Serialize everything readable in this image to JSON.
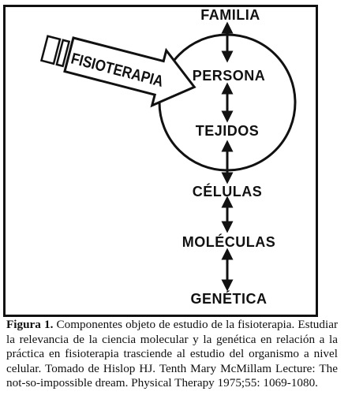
{
  "diagram": {
    "nodes": {
      "familia": "FAMILIA",
      "persona": "PERSONA",
      "tejidos": "TEJIDOS",
      "celulas": "CÉLULAS",
      "moleculas": "MOLÉCULAS",
      "genetica": "GENÉTICA"
    },
    "arrow_label": "FISIOTERAPIA"
  },
  "caption": {
    "label": "Figura 1.",
    "text": "Componentes objeto de estudio de la fisioterapia. Estudiar la relevancia de la ciencia molecular y la genética en relación a la práctica en fisioterapia trasciende al estudio del organismo a nivel celular. Tomado de Hislop HJ. Tenth Mary McMillam Lecture: The not-so-impossible dream. Physical Therapy 1975;55: 1069-1080."
  }
}
